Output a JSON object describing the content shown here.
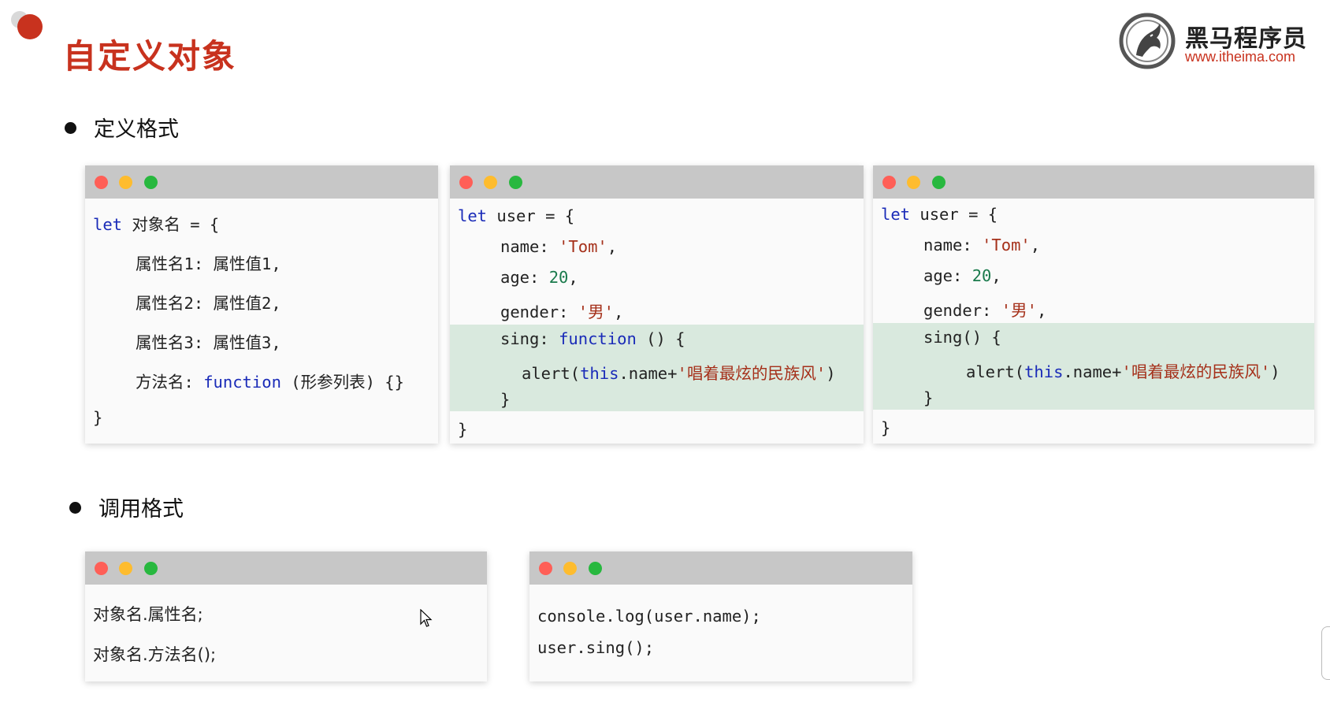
{
  "page": {
    "title": "自定义对象"
  },
  "logo": {
    "name": "黑马程序员",
    "url": "www.itheima.com"
  },
  "sections": {
    "define_heading": "定义格式",
    "call_heading": "调用格式"
  },
  "windows": {
    "template": {
      "lines": [
        {
          "kw": "let",
          "text": " 对象名 = {"
        },
        {
          "text": "属性名1: 属性值1,"
        },
        {
          "text": "属性名2: 属性值2,"
        },
        {
          "text": "属性名3: 属性值3,"
        },
        {
          "pre": "方法名: ",
          "kw": "function",
          "post": " (形参列表) {}"
        },
        {
          "text": "}"
        }
      ]
    },
    "example1": {
      "l1_kw": "let",
      "l1_rest": " user = {",
      "l2_key": "name: ",
      "l2_val": "'Tom'",
      "l2_end": ",",
      "l3_key": "age: ",
      "l3_val": "20",
      "l3_end": ",",
      "l4_key": "gender: ",
      "l4_val": "'男'",
      "l4_end": ",",
      "l5_key": "sing: ",
      "l5_kw": "function",
      "l5_end": " () {",
      "l6_a": "alert(",
      "l6_kw": "this",
      "l6_b": ".name+",
      "l6_str": "'唱着最炫的民族风'",
      "l6_c": ")",
      "l7": "}",
      "l8": "}"
    },
    "example2": {
      "l1_kw": "let",
      "l1_rest": " user = {",
      "l2_key": "name: ",
      "l2_val": "'Tom'",
      "l2_end": ",",
      "l3_key": "age: ",
      "l3_val": "20",
      "l3_end": ",",
      "l4_key": "gender: ",
      "l4_val": "'男'",
      "l4_end": ",",
      "l5": "sing() {",
      "l6_a": "alert(",
      "l6_kw": "this",
      "l6_b": ".name+",
      "l6_str": "'唱着最炫的民族风'",
      "l6_c": ")",
      "l7": "}",
      "l8": "}"
    },
    "call_template": {
      "line1": "对象名.属性名;",
      "line2": "对象名.方法名();"
    },
    "call_example": {
      "line1": "console.log(user.name);",
      "line2": "user.sing();"
    }
  },
  "colors": {
    "title": "#c8321e",
    "keyword": "#1a2bb8",
    "string": "#a5301a",
    "number": "#1a7a4c",
    "highlight": "#d9e9de"
  },
  "icons": [
    "horse-logo-icon",
    "bullet-icon",
    "mouse-cursor-icon",
    "window-close-dot",
    "window-minimize-dot",
    "window-maximize-dot"
  ]
}
